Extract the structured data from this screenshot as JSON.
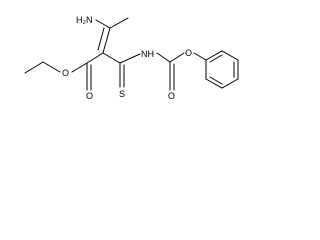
{
  "molecule": {
    "atoms": {
      "nh2": "H₂N",
      "o_ester": "O",
      "o_carbonyl": "O",
      "s": "S",
      "nh": "NH",
      "o_carbamate_carbonyl": "O",
      "o_phenoxy": "O"
    }
  }
}
